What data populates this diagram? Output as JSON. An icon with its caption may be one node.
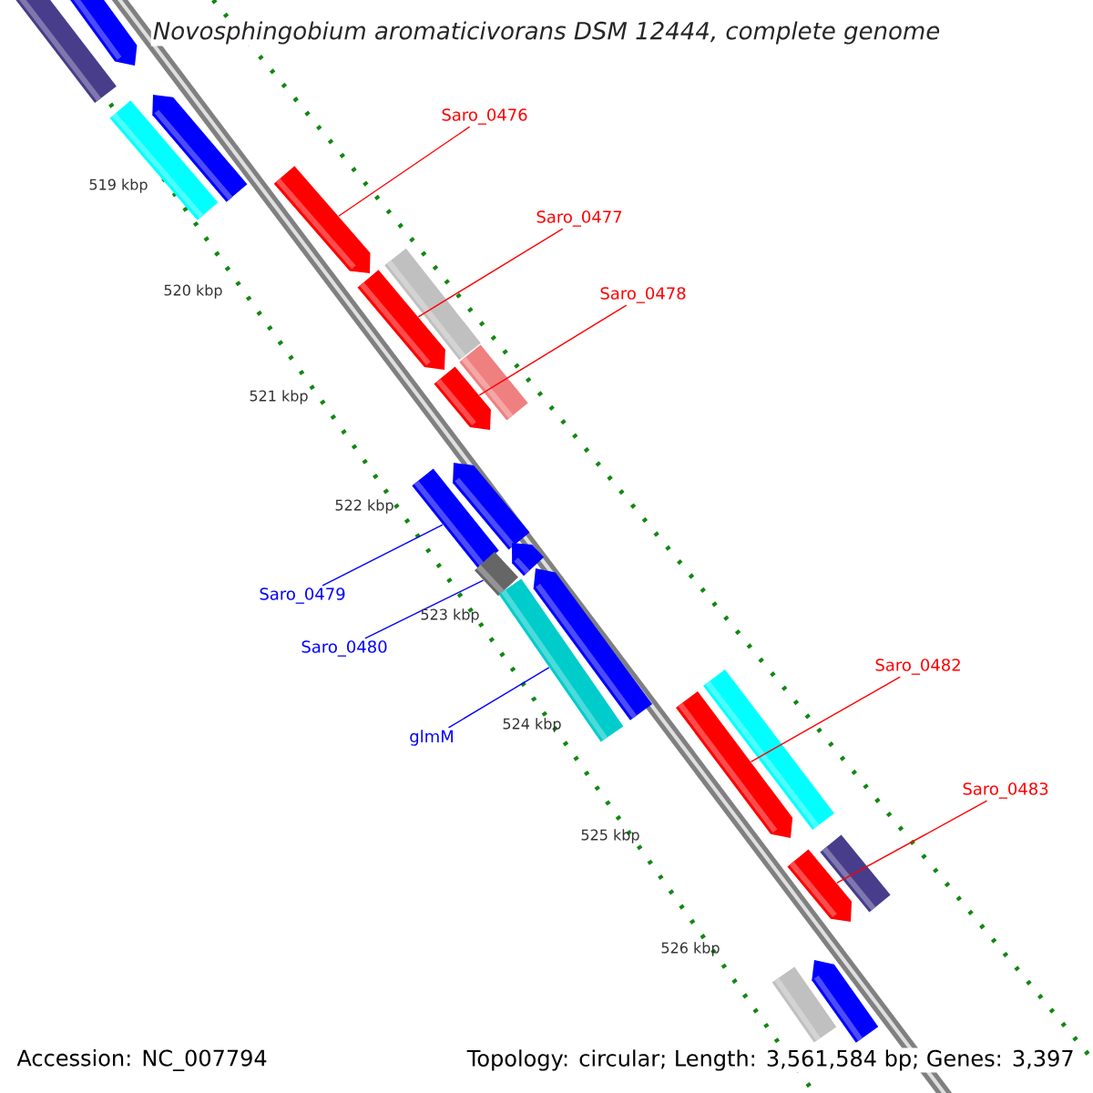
{
  "diagram": {
    "title": "Novosphingobium aromaticivorans DSM 12444, complete genome",
    "nodes": [
      {
        "text": [
          "Saro_0476"
        ]
      },
      {
        "text": [
          "Saro_0477"
        ]
      },
      {
        "text": [
          "Saro_0478"
        ]
      },
      {
        "text": [
          "Saro_0479"
        ]
      },
      {
        "text": [
          "Saro_0480"
        ]
      },
      {
        "text": [
          "glmM"
        ]
      },
      {
        "text": [
          "Saro_0482"
        ]
      },
      {
        "text": [
          "Saro_0483"
        ]
      },
      {
        "text": [],
        "shape": "bar"
      },
      {
        "text": [],
        "shape": "bar"
      },
      {
        "text": [],
        "shape": "bar"
      },
      {
        "text": [],
        "shape": "bar"
      },
      {
        "text": [],
        "shape": "bar"
      },
      {
        "text": [],
        "shape": "bar"
      },
      {
        "text": [],
        "shape": "bar"
      },
      {
        "text": [],
        "shape": "bar"
      },
      {
        "text": [],
        "shape": "bar"
      },
      {
        "text": [],
        "shape": "bar"
      },
      {
        "text": [],
        "shape": "bar"
      },
      {
        "text": [],
        "shape": "bar"
      },
      {
        "text": [],
        "shape": "bar"
      },
      {
        "text": [],
        "shape": "bar"
      },
      {
        "text": [],
        "shape": "bar"
      },
      {
        "text": [],
        "shape": "bar"
      },
      {
        "text": [],
        "shape": "bar"
      },
      {
        "text": [],
        "shape": "bar"
      },
      {
        "text": [],
        "shape": "bar"
      },
      {
        "text": [],
        "shape": "bar"
      },
      {
        "text": [],
        "shape": "bar"
      }
    ],
    "edges": [
      {
        "from": 0,
        "to": 12,
        "arrow": "none"
      },
      {
        "from": 1,
        "to": 14,
        "arrow": "none"
      },
      {
        "from": 2,
        "to": 16,
        "arrow": "none"
      },
      {
        "from": 3,
        "to": 18,
        "arrow": "none",
        "color": "#0000ff"
      },
      {
        "from": 4,
        "to": 20,
        "arrow": "none",
        "color": "#0000ff"
      },
      {
        "from": 5,
        "to": 22,
        "arrow": "none",
        "color": "#0000ff"
      },
      {
        "from": 6,
        "to": 24,
        "arrow": "none"
      },
      {
        "from": 7,
        "to": 26,
        "arrow": "none"
      }
    ],
    "labels": [
      "519 kbp",
      "520 kbp",
      "521 kbp",
      "522 kbp",
      "523 kbp",
      "524 kbp",
      "525 kbp",
      "526 kbp",
      "Accession: NC_007794",
      "Topology: circular; Length: 3,561,584 bp; Genes: 3,397"
    ]
  }
}
